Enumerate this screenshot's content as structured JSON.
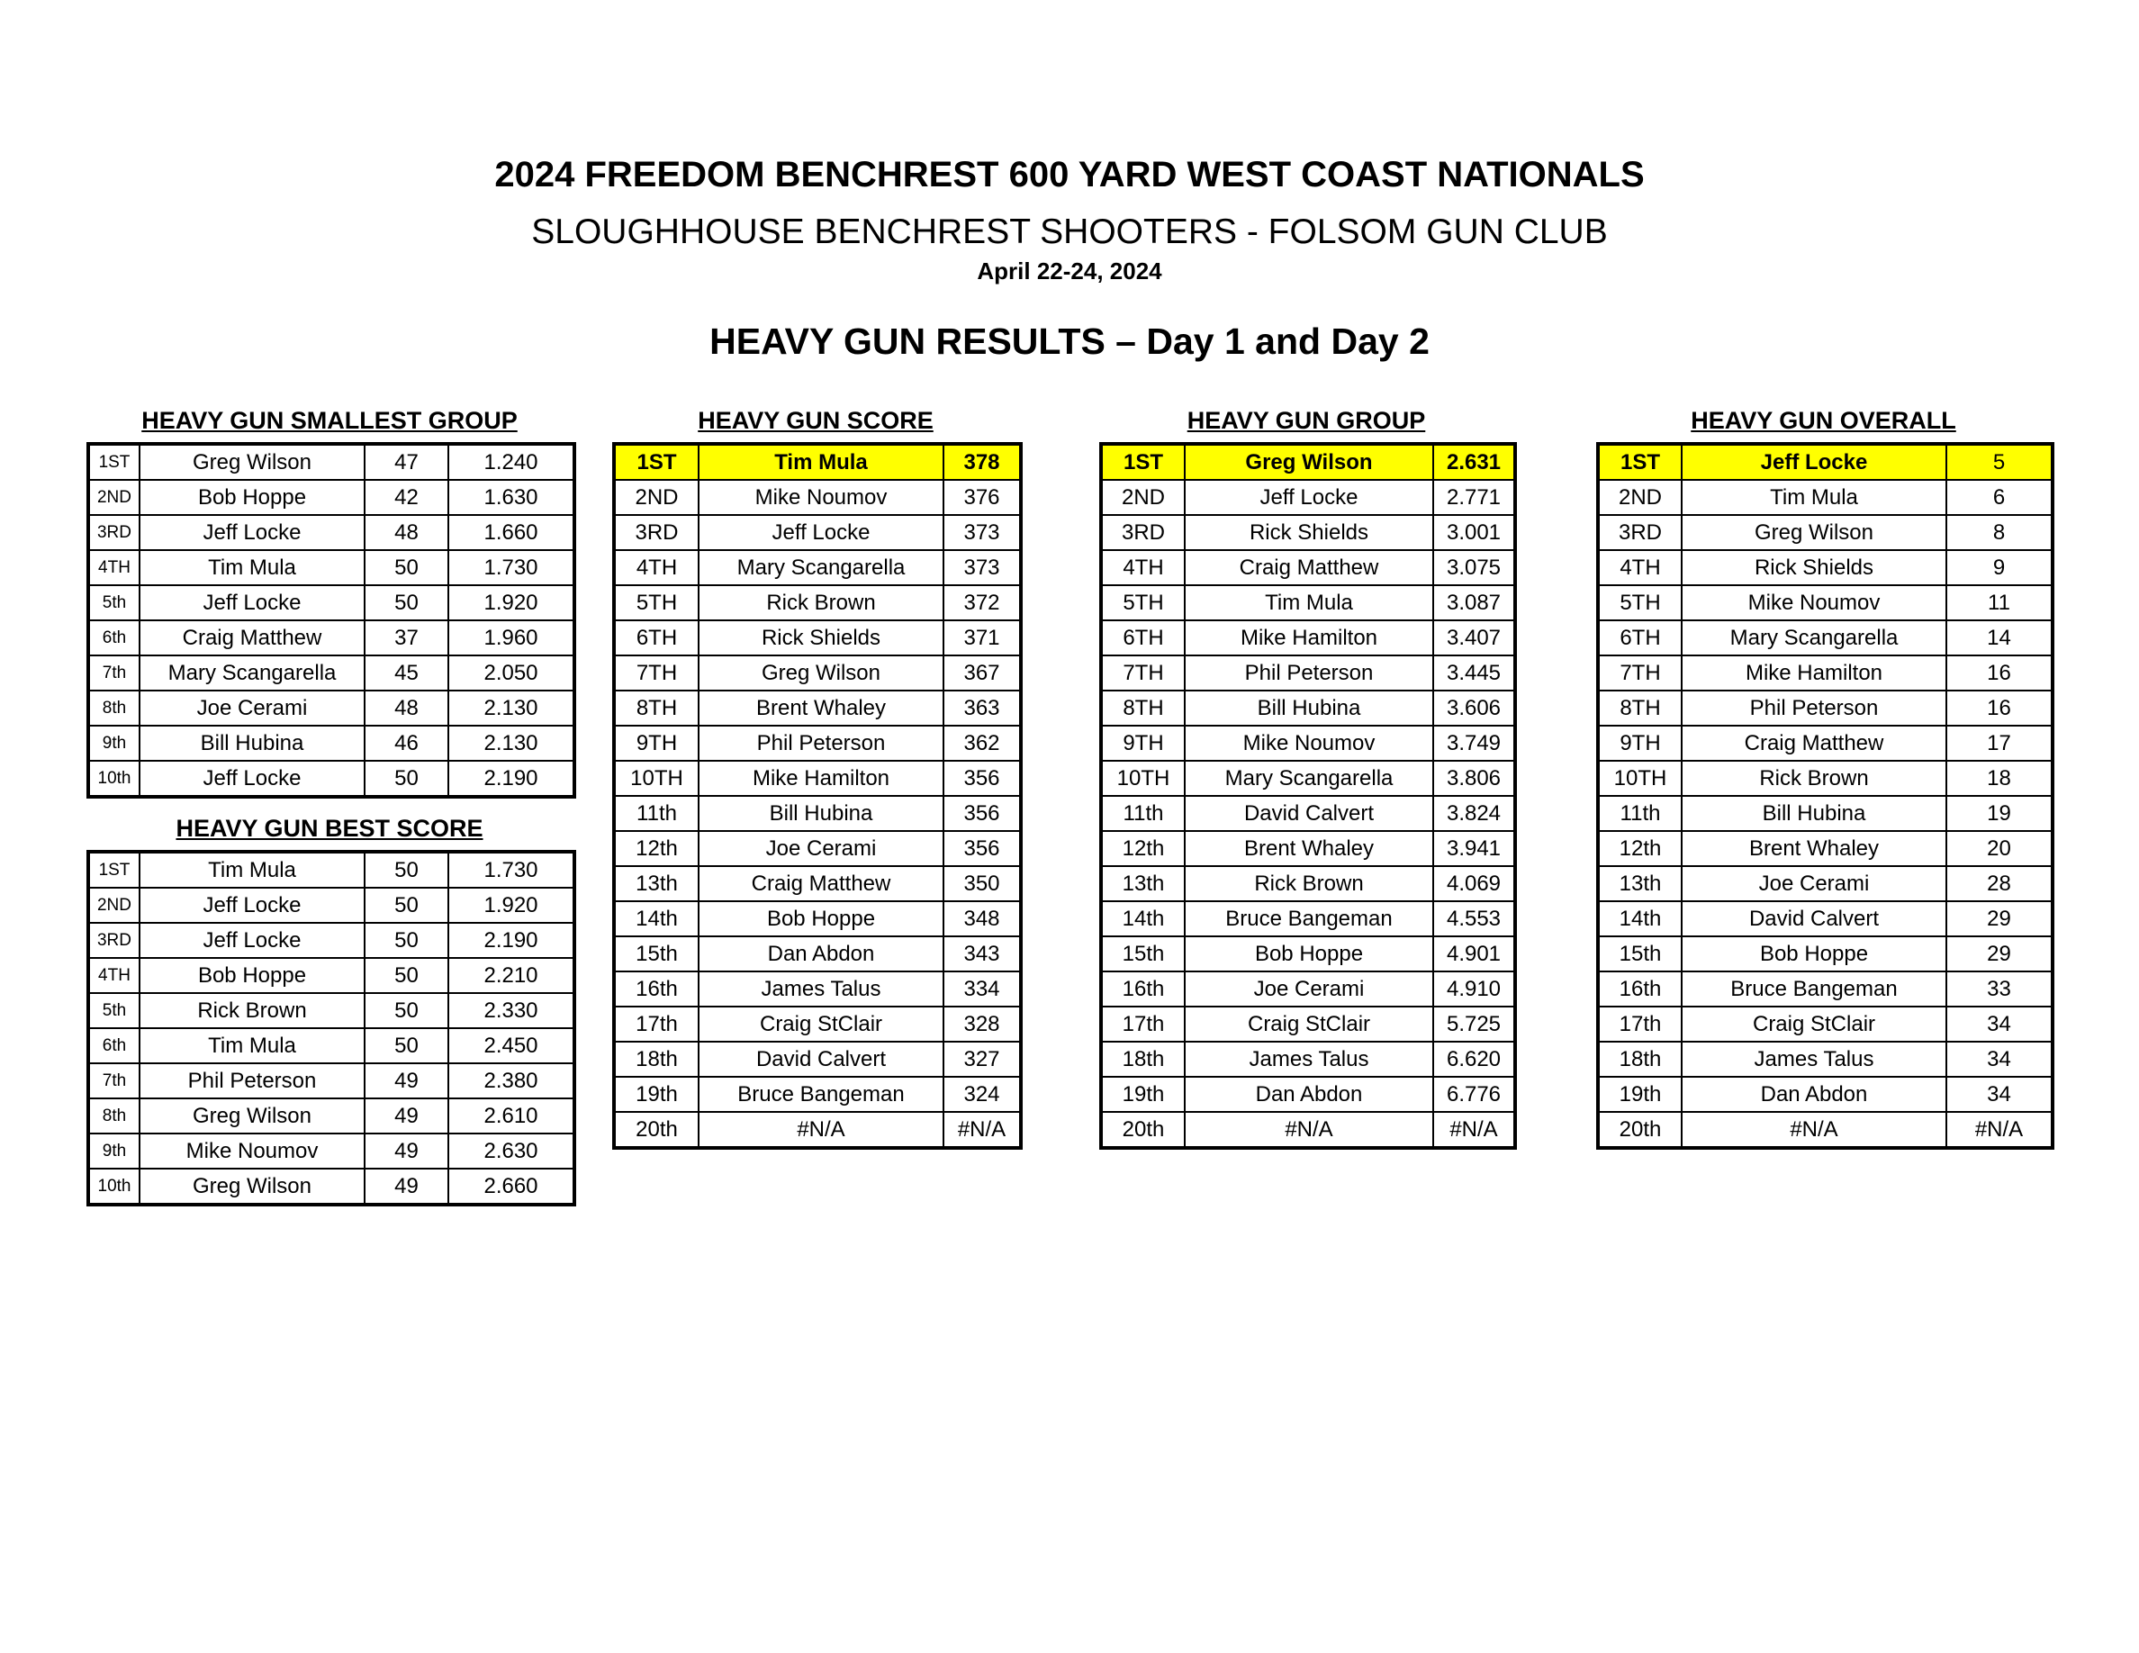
{
  "header": {
    "title": "2024 FREEDOM BENCHREST 600 YARD WEST COAST NATIONALS",
    "subtitle": "SLOUGHHOUSE BENCHREST SHOOTERS - FOLSOM GUN CLUB",
    "dates": "April 22-24, 2024",
    "results_title": "HEAVY GUN RESULTS – Day 1 and Day 2"
  },
  "smallest_group": {
    "title": "HEAVY GUN SMALLEST GROUP",
    "rows": [
      [
        "1ST",
        "Greg Wilson",
        "47",
        "1.240"
      ],
      [
        "2ND",
        "Bob Hoppe",
        "42",
        "1.630"
      ],
      [
        "3RD",
        "Jeff Locke",
        "48",
        "1.660"
      ],
      [
        "4TH",
        "Tim Mula",
        "50",
        "1.730"
      ],
      [
        "5th",
        "Jeff Locke",
        "50",
        "1.920"
      ],
      [
        "6th",
        "Craig Matthew",
        "37",
        "1.960"
      ],
      [
        "7th",
        "Mary Scangarella",
        "45",
        "2.050"
      ],
      [
        "8th",
        "Joe Cerami",
        "48",
        "2.130"
      ],
      [
        "9th",
        "Bill Hubina",
        "46",
        "2.130"
      ],
      [
        "10th",
        "Jeff Locke",
        "50",
        "2.190"
      ]
    ]
  },
  "best_score": {
    "title": "HEAVY GUN BEST SCORE",
    "rows": [
      [
        "1ST",
        "Tim Mula",
        "50",
        "1.730"
      ],
      [
        "2ND",
        "Jeff Locke",
        "50",
        "1.920"
      ],
      [
        "3RD",
        "Jeff Locke",
        "50",
        "2.190"
      ],
      [
        "4TH",
        "Bob Hoppe",
        "50",
        "2.210"
      ],
      [
        "5th",
        "Rick Brown",
        "50",
        "2.330"
      ],
      [
        "6th",
        "Tim Mula",
        "50",
        "2.450"
      ],
      [
        "7th",
        "Phil Peterson",
        "49",
        "2.380"
      ],
      [
        "8th",
        "Greg Wilson",
        "49",
        "2.610"
      ],
      [
        "9th",
        "Mike Noumov",
        "49",
        "2.630"
      ],
      [
        "10th",
        "Greg Wilson",
        "49",
        "2.660"
      ]
    ]
  },
  "score": {
    "title": "HEAVY GUN SCORE",
    "highlight_color": "#ffff00",
    "rows": [
      [
        "1ST",
        "Tim Mula",
        "378"
      ],
      [
        "2ND",
        "Mike Noumov",
        "376"
      ],
      [
        "3RD",
        "Jeff Locke",
        "373"
      ],
      [
        "4TH",
        "Mary Scangarella",
        "373"
      ],
      [
        "5TH",
        "Rick Brown",
        "372"
      ],
      [
        "6TH",
        "Rick Shields",
        "371"
      ],
      [
        "7TH",
        "Greg Wilson",
        "367"
      ],
      [
        "8TH",
        "Brent Whaley",
        "363"
      ],
      [
        "9TH",
        "Phil Peterson",
        "362"
      ],
      [
        "10TH",
        "Mike Hamilton",
        "356"
      ],
      [
        "11th",
        "Bill Hubina",
        "356"
      ],
      [
        "12th",
        "Joe Cerami",
        "356"
      ],
      [
        "13th",
        "Craig Matthew",
        "350"
      ],
      [
        "14th",
        "Bob Hoppe",
        "348"
      ],
      [
        "15th",
        "Dan Abdon",
        "343"
      ],
      [
        "16th",
        "James Talus",
        "334"
      ],
      [
        "17th",
        "Craig StClair",
        "328"
      ],
      [
        "18th",
        "David Calvert",
        "327"
      ],
      [
        "19th",
        "Bruce Bangeman",
        "324"
      ],
      [
        "20th",
        "#N/A",
        "#N/A"
      ]
    ]
  },
  "group": {
    "title": "HEAVY GUN GROUP",
    "rows": [
      [
        "1ST",
        "Greg Wilson",
        "2.631"
      ],
      [
        "2ND",
        "Jeff Locke",
        "2.771"
      ],
      [
        "3RD",
        "Rick Shields",
        "3.001"
      ],
      [
        "4TH",
        "Craig Matthew",
        "3.075"
      ],
      [
        "5TH",
        "Tim Mula",
        "3.087"
      ],
      [
        "6TH",
        "Mike Hamilton",
        "3.407"
      ],
      [
        "7TH",
        "Phil Peterson",
        "3.445"
      ],
      [
        "8TH",
        "Bill Hubina",
        "3.606"
      ],
      [
        "9TH",
        "Mike Noumov",
        "3.749"
      ],
      [
        "10TH",
        "Mary Scangarella",
        "3.806"
      ],
      [
        "11th",
        "David Calvert",
        "3.824"
      ],
      [
        "12th",
        "Brent Whaley",
        "3.941"
      ],
      [
        "13th",
        "Rick Brown",
        "4.069"
      ],
      [
        "14th",
        "Bruce Bangeman",
        "4.553"
      ],
      [
        "15th",
        "Bob Hoppe",
        "4.901"
      ],
      [
        "16th",
        "Joe Cerami",
        "4.910"
      ],
      [
        "17th",
        "Craig StClair",
        "5.725"
      ],
      [
        "18th",
        "James Talus",
        "6.620"
      ],
      [
        "19th",
        "Dan Abdon",
        "6.776"
      ],
      [
        "20th",
        "#N/A",
        "#N/A"
      ]
    ]
  },
  "overall": {
    "title": "HEAVY GUN OVERALL",
    "rows": [
      [
        "1ST",
        "Jeff Locke",
        "5"
      ],
      [
        "2ND",
        "Tim Mula",
        "6"
      ],
      [
        "3RD",
        "Greg Wilson",
        "8"
      ],
      [
        "4TH",
        "Rick Shields",
        "9"
      ],
      [
        "5TH",
        "Mike Noumov",
        "11"
      ],
      [
        "6TH",
        "Mary Scangarella",
        "14"
      ],
      [
        "7TH",
        "Mike Hamilton",
        "16"
      ],
      [
        "8TH",
        "Phil Peterson",
        "16"
      ],
      [
        "9TH",
        "Craig Matthew",
        "17"
      ],
      [
        "10TH",
        "Rick Brown",
        "18"
      ],
      [
        "11th",
        "Bill Hubina",
        "19"
      ],
      [
        "12th",
        "Brent Whaley",
        "20"
      ],
      [
        "13th",
        "Joe Cerami",
        "28"
      ],
      [
        "14th",
        "David Calvert",
        "29"
      ],
      [
        "15th",
        "Bob Hoppe",
        "29"
      ],
      [
        "16th",
        "Bruce Bangeman",
        "33"
      ],
      [
        "17th",
        "Craig StClair",
        "34"
      ],
      [
        "18th",
        "James Talus",
        "34"
      ],
      [
        "19th",
        "Dan Abdon",
        "34"
      ],
      [
        "20th",
        "#N/A",
        "#N/A"
      ]
    ]
  }
}
